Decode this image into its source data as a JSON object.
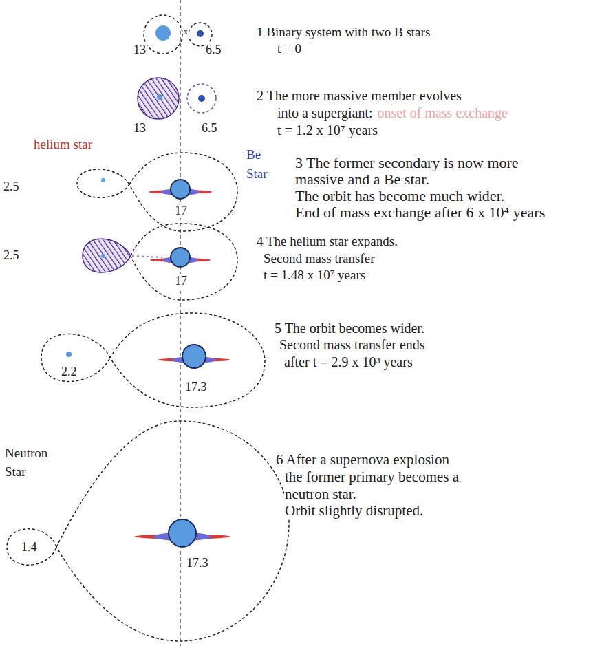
{
  "diagram": {
    "labels": [
      "13",
      "6.5",
      "x",
      "1 Binary system with two B stars",
      "t = 0",
      "13",
      "6.5",
      "2 The more massive member evolves",
      "into a supergiant:",
      "onset of mass exchange",
      "t = 1.2 x 10⁷ years",
      "helium star",
      "Be",
      "Star",
      "2.5",
      "17",
      "3 The former secondary is now more",
      "massive and a Be star.",
      "The orbit has become much wider.",
      "End of mass exchange after 6 x 10⁴ years",
      "2.5",
      "17",
      "4 The helium star expands.",
      "Second mass transfer",
      "t = 1.48 x 10⁷ years",
      "2.2",
      "17.3",
      "5 The orbit becomes wider.",
      "Second mass transfer ends",
      "after t = 2.9 x 10³ years",
      "Neutron",
      "Star",
      "1.4",
      "17.3",
      "6 After a supernova explosion",
      "the former primary becomes a",
      "neutron star.",
      "Orbit slightly disrupted."
    ]
  }
}
